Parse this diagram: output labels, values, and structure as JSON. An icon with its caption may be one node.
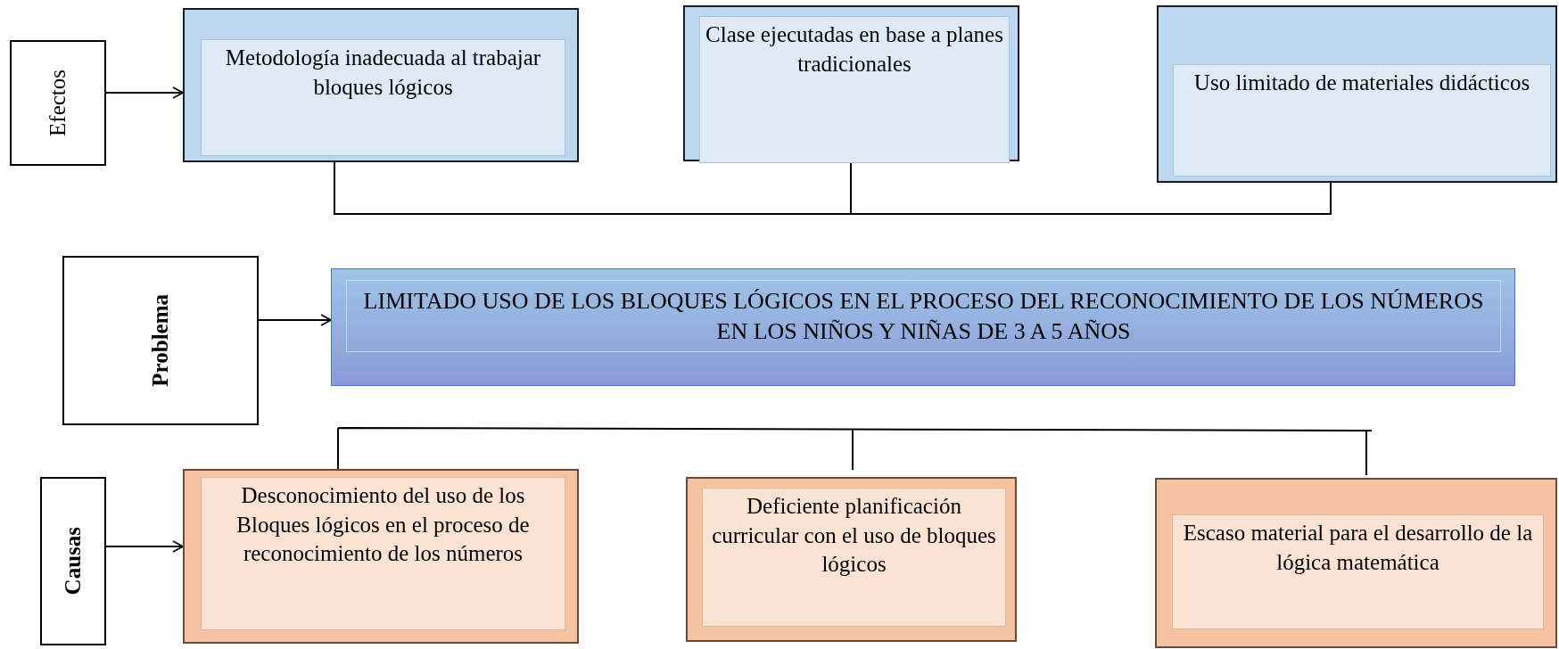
{
  "diagram": {
    "nodes": [
      {
        "text": [
          "Efectos"
        ]
      },
      {
        "text": [
          "Metodología inadecuada al trabajar bloques lógicos"
        ]
      },
      {
        "text": [
          "Clase ejecutadas en base a planes tradicionales"
        ]
      },
      {
        "text": [
          "Uso limitado de materiales didácticos"
        ]
      },
      {
        "text": [
          "Problema"
        ]
      },
      {
        "text": [
          "LIMITADO USO DE LOS BLOQUES LÓGICOS EN EL PROCESO DEL RECONOCIMIENTO DE LOS NÚMEROS EN LOS NIÑOS Y NIÑAS DE 3 A 5 AÑOS"
        ]
      },
      {
        "text": [
          "Causas"
        ]
      },
      {
        "text": [
          "Desconocimiento del uso de los Bloques lógicos en el proceso de reconocimiento de los números"
        ]
      },
      {
        "text": [
          "Deficiente planificación curricular con el uso de bloques lógicos"
        ]
      },
      {
        "text": [
          "Escaso material para el desarrollo de la lógica matemática"
        ]
      }
    ],
    "edges": [
      {
        "from": 0,
        "to": 1,
        "arrow": "to"
      },
      {
        "from": 4,
        "to": 5,
        "arrow": "to"
      },
      {
        "from": 6,
        "to": 7,
        "arrow": "to"
      }
    ]
  }
}
